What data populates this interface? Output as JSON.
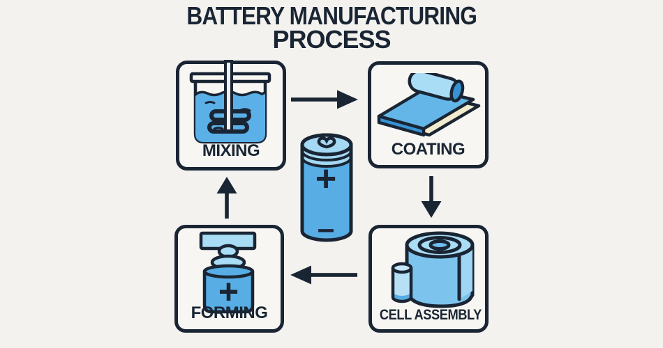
{
  "title": {
    "line1": "BATTERY MANUFACTURING",
    "line2": "PROCESS"
  },
  "stages": [
    {
      "label": "MIXING",
      "icon": "mixing-beaker-stirrer-icon"
    },
    {
      "label": "COATING",
      "icon": "coating-roller-sheet-icon"
    },
    {
      "label": "CELL ASSEMBLY",
      "icon": "cell-assembly-jelly-roll-icon"
    },
    {
      "label": "FORMING",
      "icon": "forming-cell-press-icon",
      "battery_mark": "+"
    }
  ],
  "center_battery": {
    "icon": "battery-cell-icon",
    "positive_mark": "+",
    "negative_mark": "–"
  },
  "flow_arrows": [
    {
      "from": "MIXING",
      "to": "COATING",
      "direction": "right"
    },
    {
      "from": "COATING",
      "to": "CELL ASSEMBLY",
      "direction": "down"
    },
    {
      "from": "CELL ASSEMBLY",
      "to": "FORMING",
      "direction": "left"
    },
    {
      "from": "FORMING",
      "to": "MIXING",
      "direction": "up"
    }
  ],
  "colors": {
    "background": "#f4f2ee",
    "outline_dark_navy": "#1a2534",
    "blue_medium": "#57ade4",
    "blue_light": "#a9dcf5",
    "blue_deep": "#3794d4",
    "cream": "#f3ebcd"
  }
}
